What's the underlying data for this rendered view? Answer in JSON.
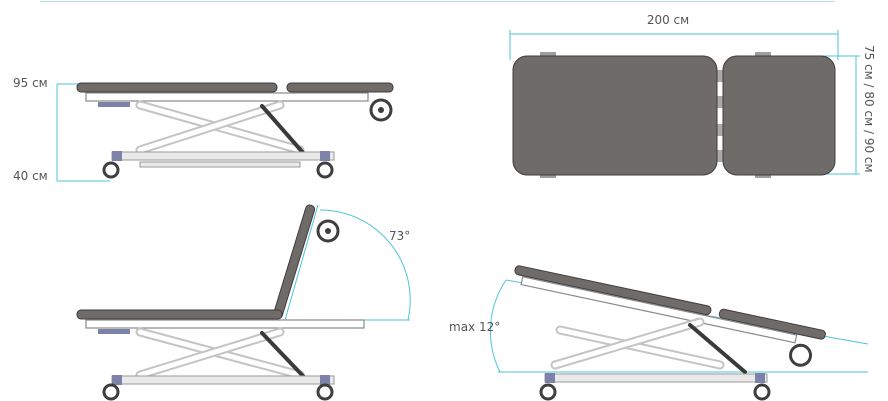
{
  "dimensions": {
    "height_max": "95 см",
    "height_min": "40 см",
    "length": "200 см",
    "widths": "75 см / 80 см / 90 см",
    "backrest_angle": "73°",
    "tilt_angle": "max 12°"
  },
  "colors": {
    "dimension_line": "#4fc3d9",
    "upholstery": "#6f6b68",
    "frame": "#c4c4c4",
    "label": "#555555"
  }
}
